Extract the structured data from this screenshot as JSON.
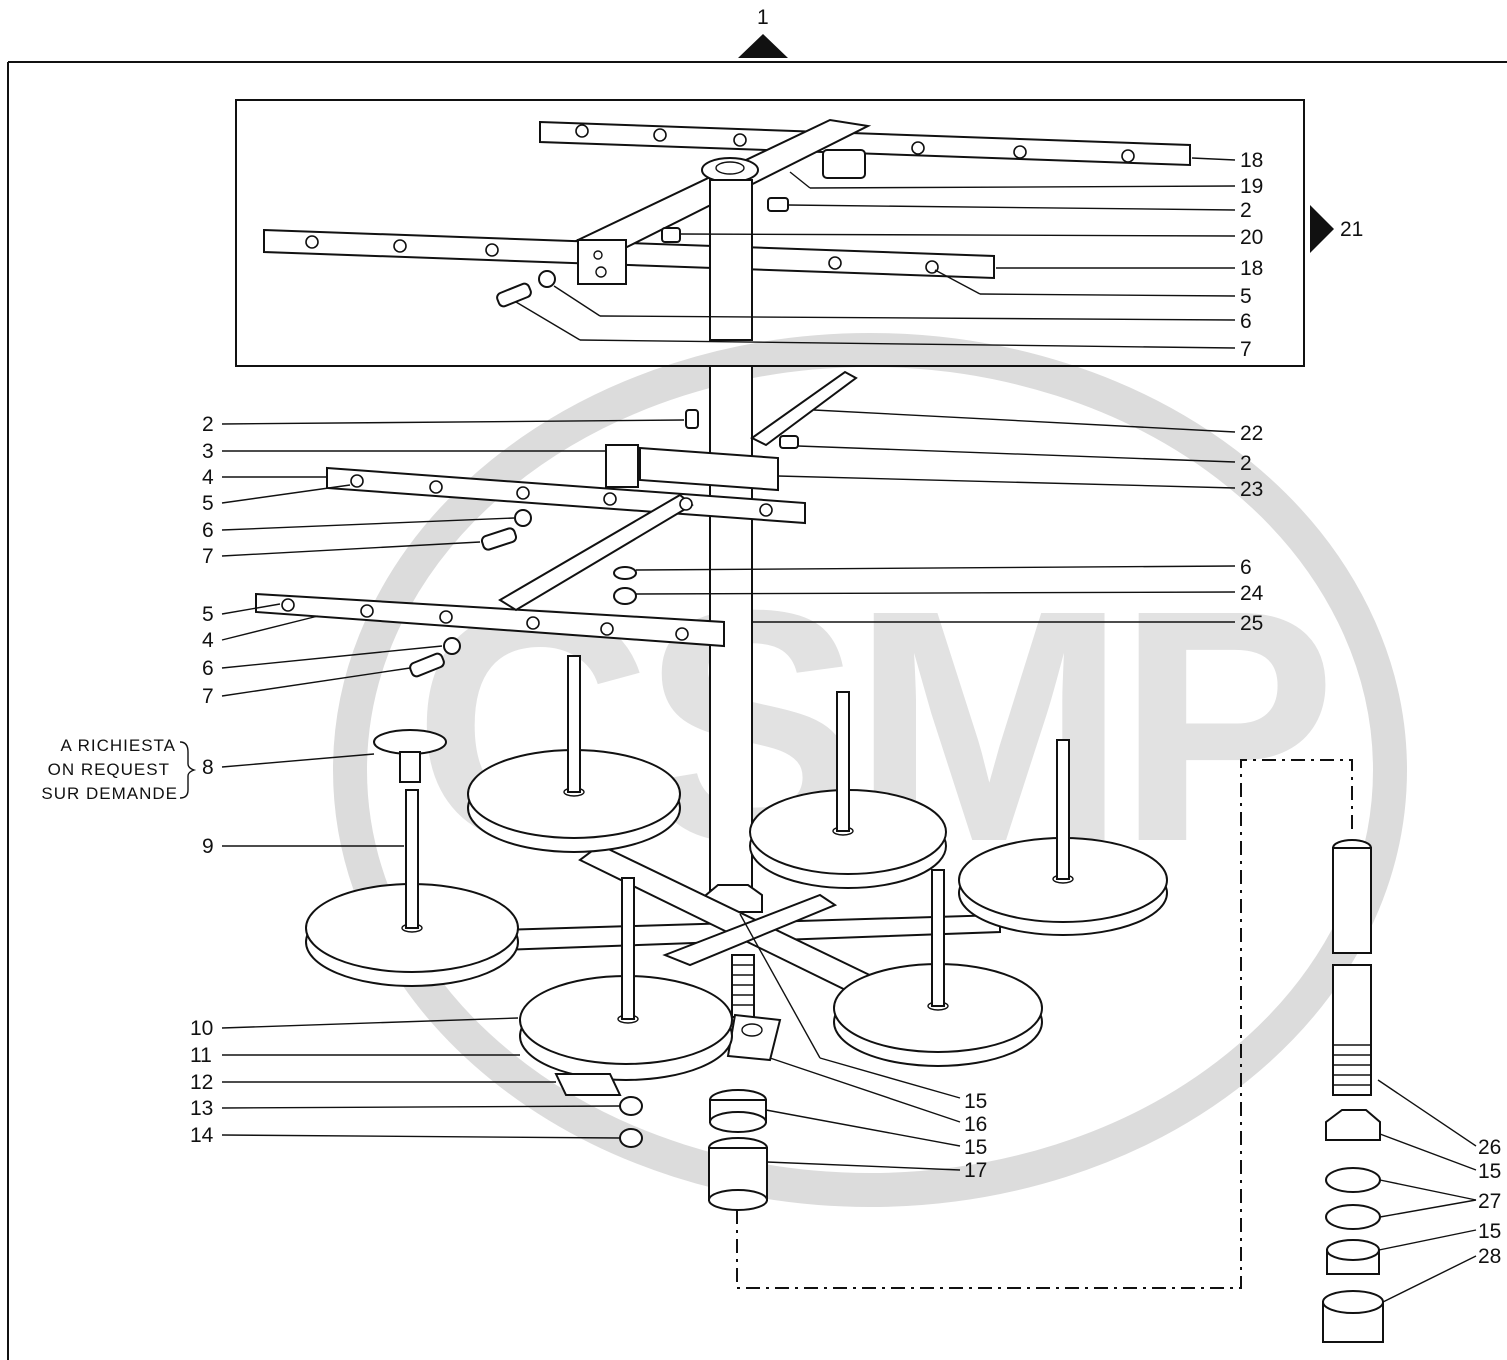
{
  "top_marker": "1",
  "side_marker": "21",
  "on_request_note": [
    "A RICHIESTA",
    "ON REQUEST",
    "SUR DEMANDE"
  ],
  "watermark": "CSMP",
  "labels_left": [
    "2",
    "3",
    "4",
    "5",
    "6",
    "7",
    "5",
    "4",
    "6",
    "7",
    "8",
    "9",
    "10",
    "11",
    "12",
    "13",
    "14"
  ],
  "labels_right": [
    "18",
    "19",
    "2",
    "20",
    "18",
    "5",
    "6",
    "7",
    "22",
    "2",
    "23",
    "6",
    "24",
    "25",
    "15",
    "16",
    "15",
    "17"
  ],
  "labels_far_right": [
    "26",
    "15",
    "27",
    "15",
    "28"
  ]
}
